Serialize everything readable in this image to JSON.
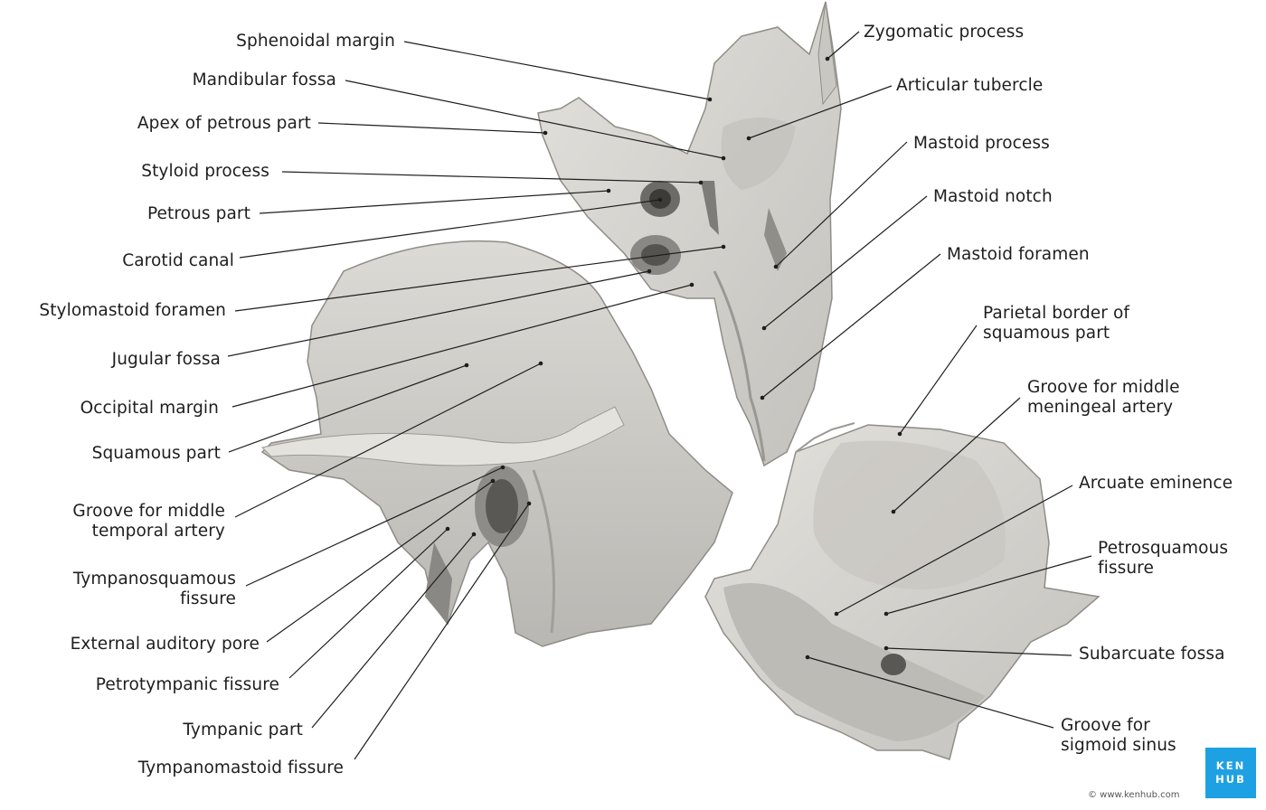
{
  "labels_left": [
    {
      "id": "sphenoidal-margin",
      "lines": [
        "Sphenoidal margin"
      ]
    },
    {
      "id": "mandibular-fossa",
      "lines": [
        "Mandibular fossa"
      ]
    },
    {
      "id": "apex-petrous",
      "lines": [
        "Apex of petrous part"
      ]
    },
    {
      "id": "styloid-process",
      "lines": [
        "Styloid process"
      ]
    },
    {
      "id": "petrous-part",
      "lines": [
        "Petrous part"
      ]
    },
    {
      "id": "carotid-canal",
      "lines": [
        "Carotid canal"
      ]
    },
    {
      "id": "stylomastoid-foramen",
      "lines": [
        "Stylomastoid foramen"
      ]
    },
    {
      "id": "jugular-fossa",
      "lines": [
        "Jugular fossa"
      ]
    },
    {
      "id": "occipital-margin",
      "lines": [
        "Occipital margin"
      ]
    },
    {
      "id": "squamous-part",
      "lines": [
        "Squamous part"
      ]
    },
    {
      "id": "groove-middle-temporal",
      "lines": [
        "Groove for middle",
        "temporal artery"
      ]
    },
    {
      "id": "tympanosquamous-fissure",
      "lines": [
        "Tympanosquamous",
        "fissure"
      ]
    },
    {
      "id": "external-auditory-pore",
      "lines": [
        "External auditory pore"
      ]
    },
    {
      "id": "petrotympanic-fissure",
      "lines": [
        "Petrotympanic fissure"
      ]
    },
    {
      "id": "tympanic-part",
      "lines": [
        "Tympanic part"
      ]
    },
    {
      "id": "tympanomastoid-fissure",
      "lines": [
        "Tympanomastoid fissure"
      ]
    }
  ],
  "labels_right": [
    {
      "id": "zygomatic-process",
      "lines": [
        "Zygomatic process"
      ]
    },
    {
      "id": "articular-tubercle",
      "lines": [
        "Articular tubercle"
      ]
    },
    {
      "id": "mastoid-process",
      "lines": [
        "Mastoid process"
      ]
    },
    {
      "id": "mastoid-notch",
      "lines": [
        "Mastoid notch"
      ]
    },
    {
      "id": "mastoid-foramen",
      "lines": [
        "Mastoid foramen"
      ]
    },
    {
      "id": "parietal-border",
      "lines": [
        "Parietal border of",
        "squamous part"
      ]
    },
    {
      "id": "groove-middle-meningeal",
      "lines": [
        "Groove for middle",
        "meningeal artery"
      ]
    },
    {
      "id": "arcuate-eminence",
      "lines": [
        "Arcuate eminence"
      ]
    },
    {
      "id": "petrosquamous-fissure",
      "lines": [
        "Petrosquamous",
        "fissure"
      ]
    },
    {
      "id": "subarcuate-fossa",
      "lines": [
        "Subarcuate fossa"
      ]
    },
    {
      "id": "groove-sigmoid-sinus",
      "lines": [
        "Groove for",
        "sigmoid sinus"
      ]
    }
  ],
  "logo": {
    "line1": "KEN",
    "line2": "HUB"
  },
  "credit": "© www.kenhub.com",
  "colors": {
    "bone": "#d6d4cf",
    "bone_shadow": "#a9a7a2",
    "bone_dark": "#7d7b77",
    "line": "#1e1e1e",
    "logo": "#1ea1e3"
  }
}
